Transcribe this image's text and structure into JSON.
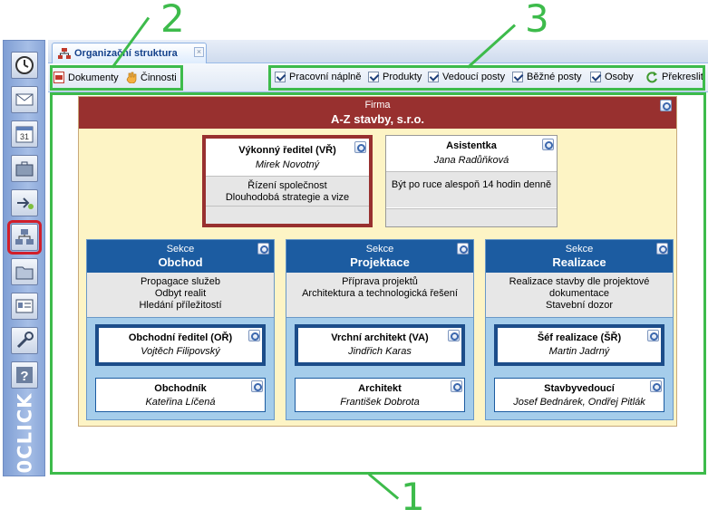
{
  "tab": {
    "title": "Organizační struktura",
    "close": "×"
  },
  "toolbar_left": {
    "documents": "Dokumenty",
    "activities": "Činnosti"
  },
  "toolbar_right": {
    "filters": [
      "Pracovní náplně",
      "Produkty",
      "Vedoucí posty",
      "Běžné posty",
      "Osoby"
    ],
    "redraw": "Překreslit"
  },
  "annotations": {
    "one": "1",
    "two": "2",
    "three": "3"
  },
  "sidebar": {
    "icons": [
      "clock-icon",
      "mail-icon",
      "calendar-icon",
      "briefcase-icon",
      "export-icon",
      "org-chart-icon",
      "folder-icon",
      "card-icon",
      "tools-icon",
      "help-icon"
    ],
    "calendar_day": "31",
    "help_glyph": "?",
    "brand": "0CLICK"
  },
  "org": {
    "firm": {
      "label": "Firma",
      "name": "A-Z stavby, s.r.o."
    },
    "top": [
      {
        "title": "Výkonný ředitel (VŘ)",
        "person": "Mirek Novotný",
        "desc": [
          "Řízení společnost",
          "Dlouhodobá strategie a vize"
        ]
      },
      {
        "title": "Asistentka",
        "person": "Jana Radůňková",
        "desc": [
          "Být po ruce alespoň 14 hodin denně"
        ]
      }
    ],
    "sections": [
      {
        "label": "Sekce",
        "name": "Obchod",
        "desc": [
          "Propagace služeb",
          "Odbyt realit",
          "Hledání příležitostí"
        ],
        "lead": {
          "title": "Obchodní ředitel (OŘ)",
          "person": "Vojtěch Filipovský"
        },
        "member": {
          "title": "Obchodník",
          "person": "Kateřina Líčená"
        }
      },
      {
        "label": "Sekce",
        "name": "Projektace",
        "desc": [
          "Příprava projektů",
          "Architektura a technologická řešení"
        ],
        "lead": {
          "title": "Vrchní architekt (VA)",
          "person": "Jindřich Karas"
        },
        "member": {
          "title": "Architekt",
          "person": "František Dobrota"
        }
      },
      {
        "label": "Sekce",
        "name": "Realizace",
        "desc": [
          "Realizace stavby dle projektové",
          "dokumentace",
          "Stavební dozor"
        ],
        "lead": {
          "title": "Šéf realizace (ŠŘ)",
          "person": "Martin Jadrný"
        },
        "member": {
          "title": "Stavbyvedoucí",
          "person": "Josef Bednárek, Ondřej Pitlák"
        }
      }
    ]
  }
}
